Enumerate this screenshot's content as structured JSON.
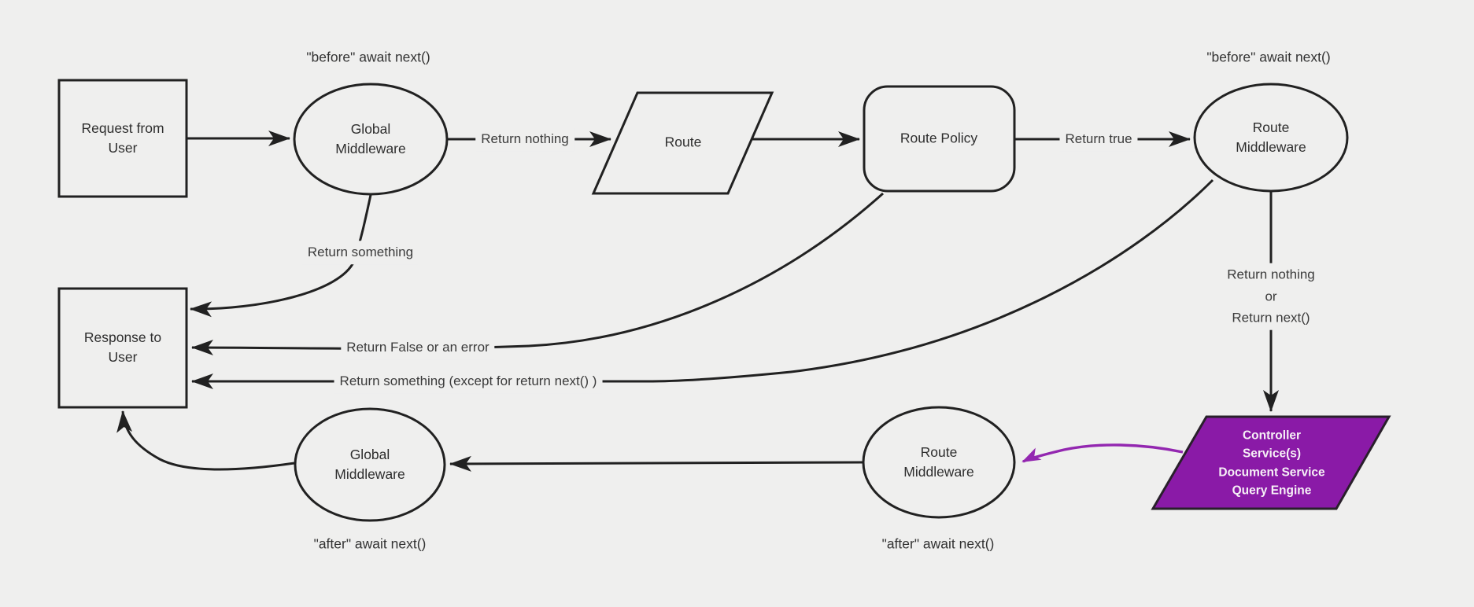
{
  "colors": {
    "background": "#efefee",
    "line": "#212121",
    "node_fill": "#efefee",
    "node_text": "#2e2e2e",
    "edge_label_text": "#3b3b3b",
    "accent_purple_fill": "#8a1aa7",
    "accent_purple_stroke": "#29202b",
    "accent_purple_arrow": "#9327b0",
    "controller_text": "#f6f0f6"
  },
  "nodes": {
    "request_from_user": {
      "label": [
        "Request from",
        "User"
      ]
    },
    "global_middleware_top": {
      "label": [
        "Global",
        "Middleware"
      ]
    },
    "route": {
      "label": "Route"
    },
    "route_policy": {
      "label": "Route Policy"
    },
    "route_middleware_top": {
      "label": [
        "Route",
        "Middleware"
      ]
    },
    "response_to_user": {
      "label": [
        "Response to",
        "User"
      ]
    },
    "global_middleware_bottom": {
      "label": [
        "Global",
        "Middleware"
      ]
    },
    "route_middleware_bottom": {
      "label": [
        "Route",
        "Middleware"
      ]
    },
    "controller_services": {
      "label": [
        "Controller",
        "Service(s)",
        "Document Service",
        "Query Engine"
      ]
    }
  },
  "edge_labels": {
    "return_nothing": "Return nothing",
    "return_true": "Return true",
    "return_something": "Return something",
    "return_false_or_error": "Return False or an error",
    "return_something_except": "Return something (except for return next() )",
    "return_nothing_or_next": [
      "Return nothing",
      "or",
      "Return next()"
    ]
  },
  "annotations": {
    "before_await_global": "\"before\" await next()",
    "before_await_route": "\"before\" await next()",
    "after_await_global": "\"after\" await next()",
    "after_await_route": "\"after\" await next()"
  }
}
